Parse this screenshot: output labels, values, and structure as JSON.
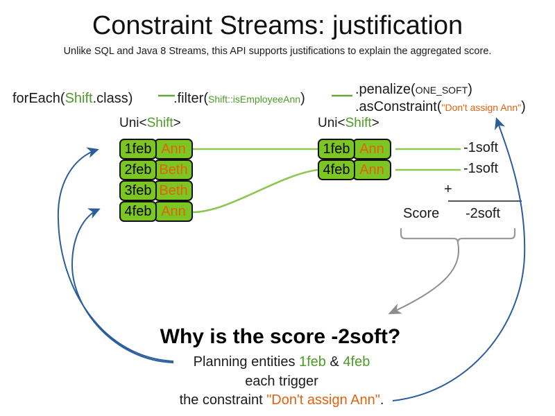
{
  "header": {
    "title": "Constraint Streams: justification",
    "subtitle": "Unlike SQL and Java 8 Streams, this API supports justifications to explain the aggregated score."
  },
  "code": {
    "foreach": {
      "prefix": "forEach(",
      "type": "Shift",
      "suffix": ".class)"
    },
    "filter": {
      "prefix": ".filter(",
      "arg": "Shift::isEmployeeAnn",
      "suffix": ")"
    },
    "penalize": {
      "prefix": ".penalize(",
      "arg": "ONE_SOFT",
      "suffix": ")"
    },
    "as_constraint": {
      "prefix": ".asConstraint(",
      "arg": "\"Don't assign Ann\"",
      "suffix": ")"
    }
  },
  "streams": {
    "left": {
      "caption_prefix": "Uni<",
      "caption_type": "Shift",
      "caption_suffix": ">",
      "rows": [
        {
          "date": "1feb",
          "name": "Ann"
        },
        {
          "date": "2feb",
          "name": "Beth"
        },
        {
          "date": "3feb",
          "name": "Beth"
        },
        {
          "date": "4feb",
          "name": "Ann"
        }
      ]
    },
    "right": {
      "caption_prefix": "Uni<",
      "caption_type": "Shift",
      "caption_suffix": ">",
      "rows": [
        {
          "date": "1feb",
          "name": "Ann"
        },
        {
          "date": "4feb",
          "name": "Ann"
        }
      ]
    }
  },
  "score": {
    "penalties": [
      "-1soft",
      "-1soft"
    ],
    "operator": "+",
    "label": "Score",
    "total": "-2soft"
  },
  "explanation": {
    "heading": "Why is the score -2soft?",
    "line1_before": "Planning entities ",
    "line1_entity_a": "1feb",
    "line1_amp": " & ",
    "line1_entity_b": "4feb",
    "line2": "each trigger",
    "line3_before": "the constraint ",
    "line3_constraint": "\"Don't assign Ann\"",
    "line3_after": "."
  },
  "colors": {
    "box_green": "#7cc623",
    "text_orange": "#e2620f",
    "type_green": "#4e9a29",
    "line_green": "#8dc653",
    "arrow_blue": "#2b5d9b",
    "brace_gray": "#9a9a9a"
  }
}
